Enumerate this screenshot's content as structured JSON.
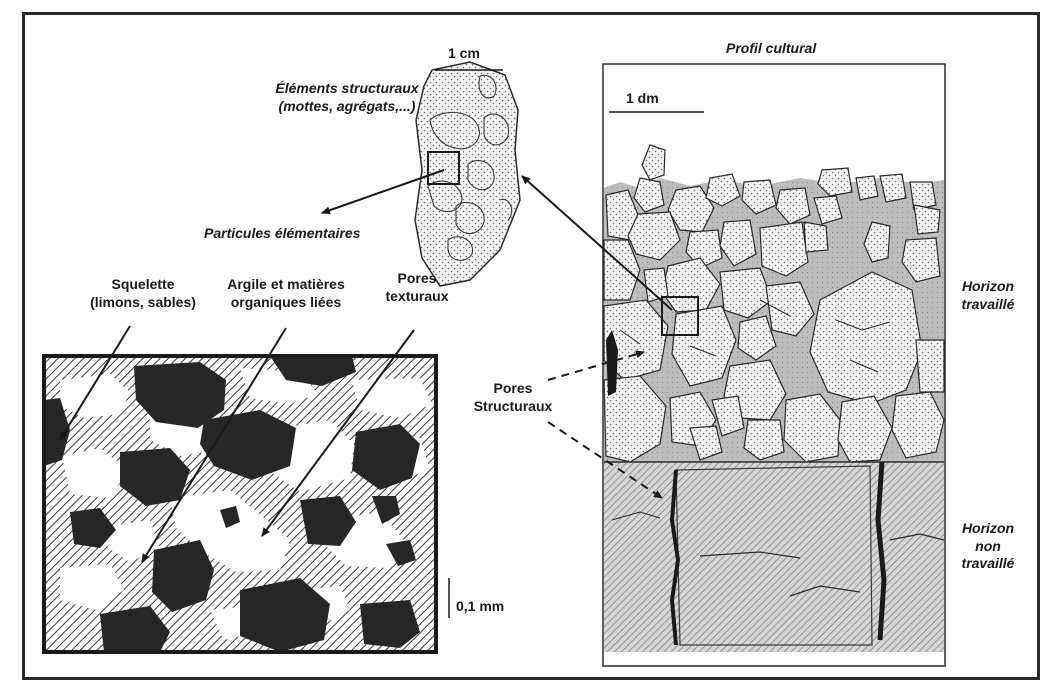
{
  "scale": {
    "cm": "1 cm",
    "dm": "1 dm",
    "mm": "0,1 mm"
  },
  "labels": {
    "profil": "Profil cultural",
    "elements_1": "Éléments structuraux",
    "elements_2": "(mottes, agrégats,...)",
    "particules": "Particules élémentaires",
    "squelette_1": "Squelette",
    "squelette_2": "(limons, sables)",
    "argile_1": "Argile et matières",
    "argile_2": "organiques liées",
    "pores_tex_1": "Pores",
    "pores_tex_2": "texturaux",
    "pores_str_1": "Pores",
    "pores_str_2": "Structuraux",
    "horizon_trav_1": "Horizon",
    "horizon_trav_2": "travaillé",
    "horizon_non_1": "Horizon",
    "horizon_non_2": "non",
    "horizon_non_3": "travaillé"
  },
  "colors": {
    "ink": "#1a1a1a",
    "dark_grain": "#262626",
    "soil_grey": "#bdbdbd",
    "clod_fill": "#f2f2f2"
  }
}
